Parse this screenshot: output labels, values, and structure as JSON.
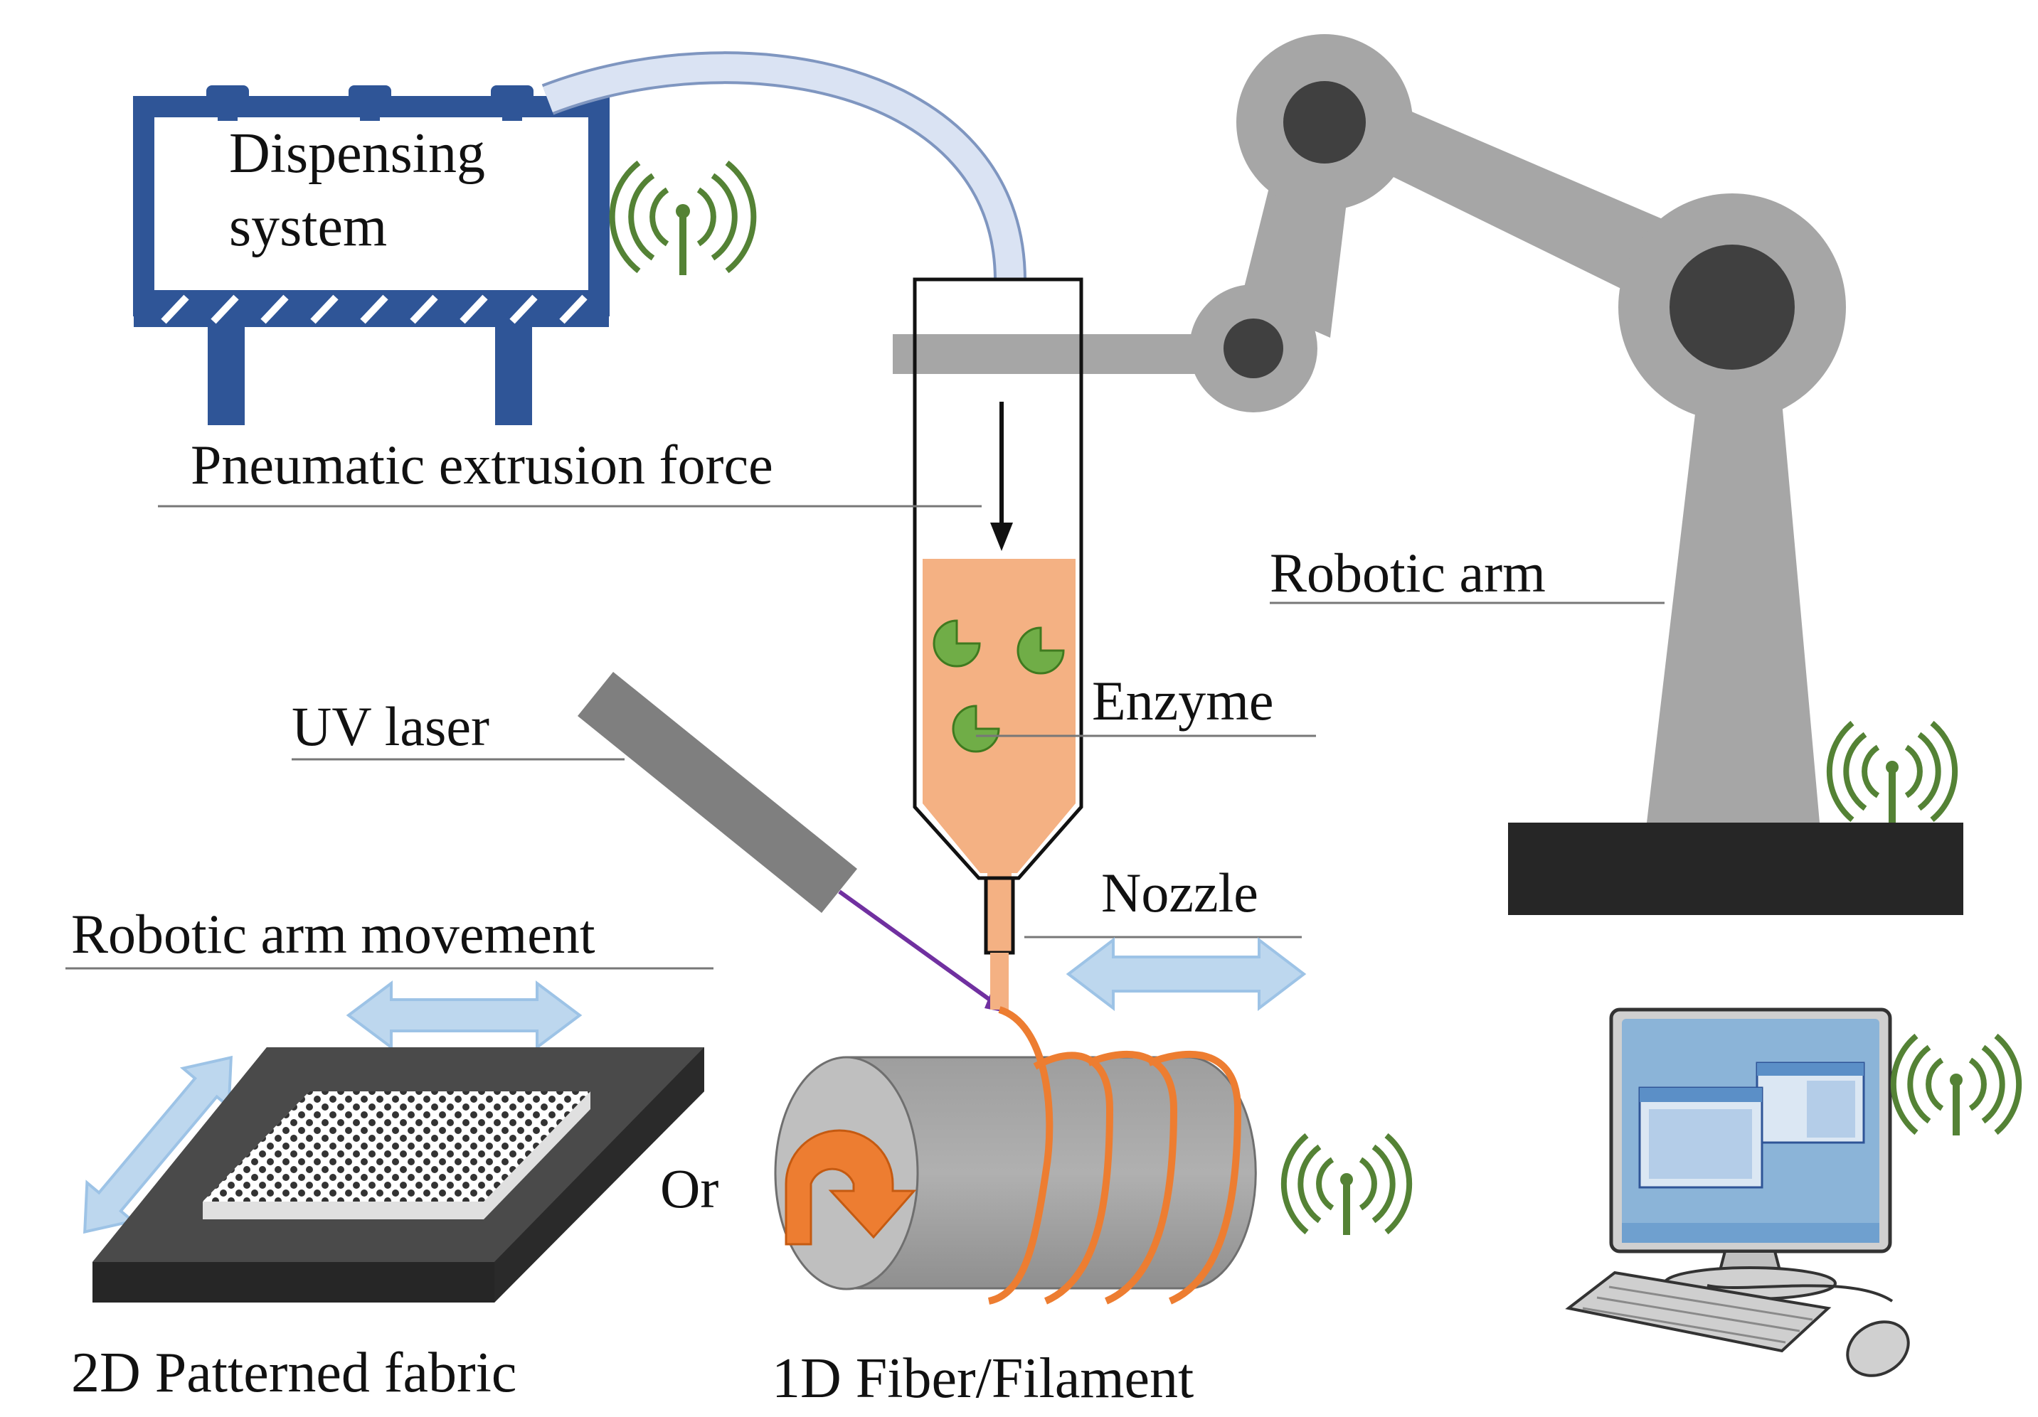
{
  "labels": {
    "dispensing_line1": "Dispensing",
    "dispensing_line2": "system",
    "pneumatic": "Pneumatic extrusion force",
    "robotic_arm": "Robotic arm",
    "enzyme": "Enzyme",
    "uv_laser": "UV laser",
    "nozzle": "Nozzle",
    "robotic_arm_movement": "Robotic arm movement",
    "or": "Or",
    "fabric_2d": "2D Patterned fabric",
    "fiber_1d": "1D Fiber/Filament"
  },
  "colors": {
    "dispenser": "#2f5597",
    "tube": "#dae3f3",
    "syringe_fill": "#f4b183",
    "enzyme": "#70ad47",
    "robot": "#a6a6a6",
    "robot_joint": "#404040",
    "robot_base": "#262626",
    "laser_body": "#7f7f7f",
    "laser_beam": "#7030a0",
    "filament": "#ed7d31",
    "motion_arrow": "#9dc3e6",
    "wifi": "#548235",
    "drum": "#a6a6a6",
    "fabric_base": "#3a3a3a"
  },
  "icons": [
    "wifi-icon",
    "desktop-computer-icon",
    "rotation-arrow-icon",
    "double-arrow-icon"
  ]
}
